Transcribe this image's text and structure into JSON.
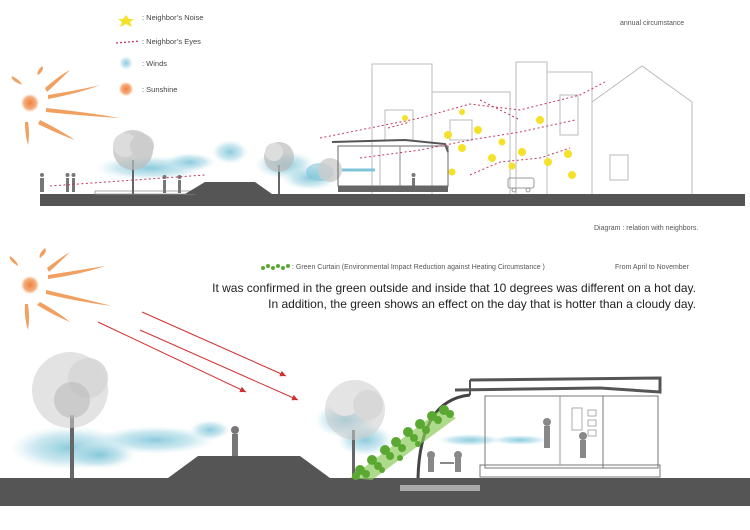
{
  "legend": {
    "noise": ": Neighbor’s Noise",
    "eyes": ": Neighbor’s Eyes",
    "winds": ": Winds",
    "sunshine": ": Sunshine"
  },
  "top": {
    "corner_label": "annual circumstance",
    "caption": "Diagram : relation with neighbors."
  },
  "bottom": {
    "curtain_label": ": Green Curtain (Environmental Impact Reduction against Heating Circumstance )",
    "period": "From April to November",
    "note_line1": "It was confirmed in the green outside and inside that 10 degrees was different on a hot day.",
    "note_line2": "In addition, the green shows an effect on the day that is hotter than a cloudy day."
  },
  "colors": {
    "noise": "#f5e12a",
    "eyes": "#c23b5a",
    "winds": "#9fd3e0",
    "sun": "#f0a060",
    "leaf": "#5aa832",
    "ground": "#555555",
    "sunray": "#d23030"
  }
}
